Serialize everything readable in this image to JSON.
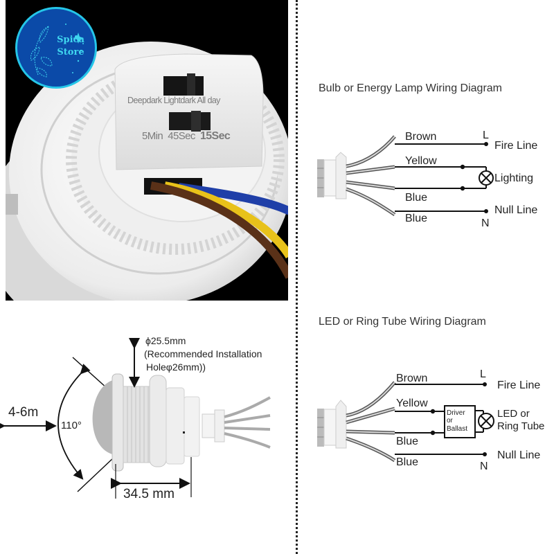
{
  "logo": {
    "line1": "Spica",
    "line2": "Store"
  },
  "photo": {
    "sensitivity_labels": [
      "Deepdark",
      "Lightdark",
      "All day"
    ],
    "delay_labels": [
      "5Min",
      "45Sec",
      "15Sec"
    ],
    "wire_colors": {
      "brown": "#5a3118",
      "yellow": "#e8c21a",
      "blue": "#1f3fa8"
    }
  },
  "dimensions": {
    "diameter": "ϕ25.5mm",
    "recommended_line1": "(Recommended Installation",
    "recommended_line2": "Holeφ26mm))",
    "range": "4-6m",
    "angle": "110°",
    "length": "34.5 mm"
  },
  "diagram1": {
    "title": "Bulb or Energy Lamp Wiring Diagram",
    "wires": [
      "Brown",
      "Yellow",
      "Blue",
      "Blue"
    ],
    "terminal_L": "L",
    "terminal_N": "N",
    "fire_line": "Fire Line",
    "load": "Lighting",
    "null_line": "Null Line"
  },
  "diagram2": {
    "title": "LED or Ring Tube Wiring Diagram",
    "wires": [
      "Brown",
      "Yellow",
      "Blue",
      "Blue"
    ],
    "terminal_L": "L",
    "terminal_N": "N",
    "fire_line": "Fire Line",
    "driver_lines": [
      "Driver",
      "or",
      "Ballast"
    ],
    "load_line1": "LED or",
    "load_line2": "Ring Tube",
    "null_line": "Null Line"
  }
}
